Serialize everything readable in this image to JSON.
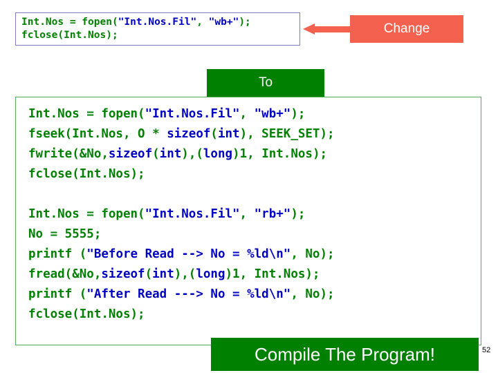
{
  "top_code": {
    "lines": [
      [
        {
          "t": "Int.Nos = fopen(",
          "c": "green"
        },
        {
          "t": "\"Int.Nos.Fil\"",
          "c": "blue"
        },
        {
          "t": ", ",
          "c": "green"
        },
        {
          "t": "\"wb+\"",
          "c": "blue"
        },
        {
          "t": ");",
          "c": "green"
        }
      ],
      [
        {
          "t": "fclose(Int.Nos);",
          "c": "green"
        }
      ]
    ]
  },
  "change_banner": {
    "label": "Change"
  },
  "to_banner": {
    "label": "To"
  },
  "main_code": {
    "lines": [
      [
        {
          "t": "Int.Nos = fopen(",
          "c": "green"
        },
        {
          "t": "\"Int.Nos.Fil\"",
          "c": "blue"
        },
        {
          "t": ", ",
          "c": "green"
        },
        {
          "t": "\"wb+\"",
          "c": "blue"
        },
        {
          "t": ");",
          "c": "green"
        }
      ],
      [
        {
          "t": "fseek(Int.Nos, O * ",
          "c": "green"
        },
        {
          "t": "sizeof",
          "c": "blue"
        },
        {
          "t": "(",
          "c": "green"
        },
        {
          "t": "int",
          "c": "blue"
        },
        {
          "t": "), SEEK_SET);",
          "c": "green"
        }
      ],
      [
        {
          "t": "fwrite(&No,",
          "c": "green"
        },
        {
          "t": "sizeof",
          "c": "blue"
        },
        {
          "t": "(",
          "c": "green"
        },
        {
          "t": "int",
          "c": "blue"
        },
        {
          "t": "),(",
          "c": "green"
        },
        {
          "t": "long",
          "c": "blue"
        },
        {
          "t": ")1, Int.Nos);",
          "c": "green"
        }
      ],
      [
        {
          "t": "fclose(Int.Nos);",
          "c": "green"
        }
      ],
      [
        {
          "t": "",
          "c": "green"
        }
      ],
      [
        {
          "t": "Int.Nos = fopen(",
          "c": "green"
        },
        {
          "t": "\"Int.Nos.Fil\"",
          "c": "blue"
        },
        {
          "t": ", ",
          "c": "green"
        },
        {
          "t": "\"rb+\"",
          "c": "blue"
        },
        {
          "t": ");",
          "c": "green"
        }
      ],
      [
        {
          "t": "No = 5555;",
          "c": "green"
        }
      ],
      [
        {
          "t": "printf (",
          "c": "green"
        },
        {
          "t": "\"Before Read --> No = %ld\\n\"",
          "c": "blue"
        },
        {
          "t": ", No);",
          "c": "green"
        }
      ],
      [
        {
          "t": "fread(&No,",
          "c": "green"
        },
        {
          "t": "sizeof",
          "c": "blue"
        },
        {
          "t": "(",
          "c": "green"
        },
        {
          "t": "int",
          "c": "blue"
        },
        {
          "t": "),(",
          "c": "green"
        },
        {
          "t": "long",
          "c": "blue"
        },
        {
          "t": ")1, Int.Nos);",
          "c": "green"
        }
      ],
      [
        {
          "t": "printf (",
          "c": "green"
        },
        {
          "t": "\"After Read ---> No = %ld\\n\"",
          "c": "blue"
        },
        {
          "t": ", No);",
          "c": "green"
        }
      ],
      [
        {
          "t": "fclose(Int.Nos);",
          "c": "green"
        }
      ]
    ]
  },
  "compile_banner": {
    "label": "Compile The Program!"
  },
  "slide_number": "52",
  "colors": {
    "accent_red": "#f4624f",
    "accent_green": "#008000",
    "code_green": "#008000",
    "code_blue": "#0000c0",
    "top_border": "#7b7bc8",
    "main_border": "#55aa55"
  }
}
